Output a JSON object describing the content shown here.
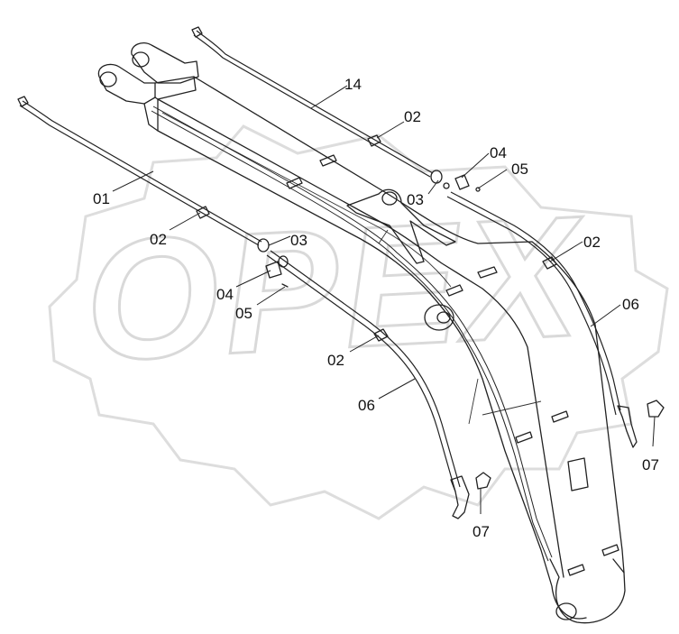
{
  "watermark": "OPEX",
  "callouts": [
    "14",
    "02",
    "04",
    "05",
    "03",
    "01",
    "02",
    "03",
    "02",
    "04",
    "05",
    "02",
    "06",
    "06",
    "07",
    "07"
  ]
}
